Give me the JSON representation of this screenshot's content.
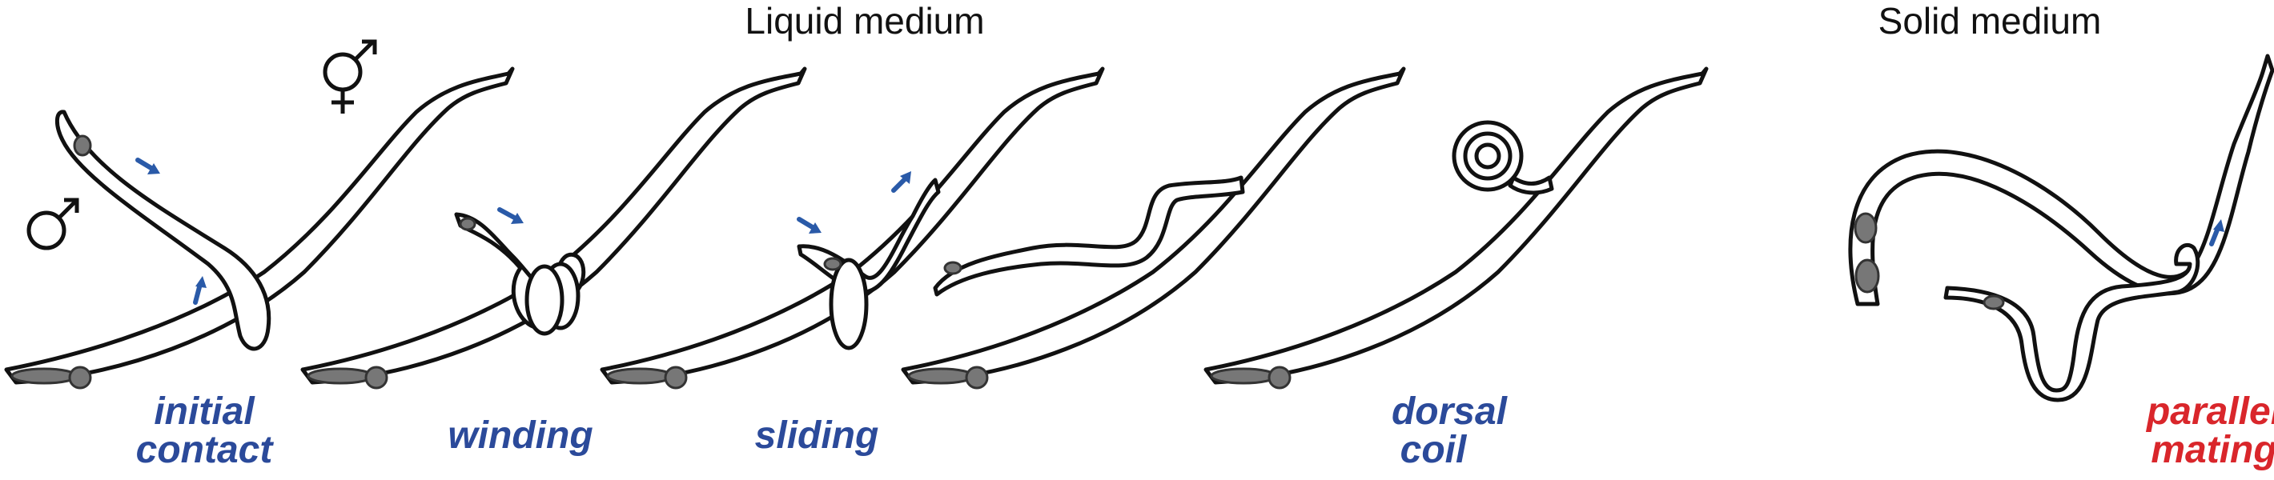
{
  "headings": {
    "liquid": "Liquid medium",
    "solid": "Solid medium"
  },
  "stages": [
    {
      "line1": "initial",
      "line2": "contact",
      "color": "#2b4a9a"
    },
    {
      "line1": "winding",
      "line2": "",
      "color": "#2b4a9a"
    },
    {
      "line1": "sliding",
      "line2": "",
      "color": "#2b4a9a"
    },
    {
      "line1": "dorsal",
      "line2": "coil",
      "color": "#2b4a9a"
    },
    {
      "line1": "parallel",
      "line2": "mating",
      "color": "#d9262b"
    }
  ],
  "symbols": {
    "male": "male-symbol",
    "hermaphrodite": "hermaphrodite-symbol"
  },
  "colors": {
    "arrow": "#2a5aa8",
    "outline": "#111111",
    "pharynx": "#777777"
  }
}
